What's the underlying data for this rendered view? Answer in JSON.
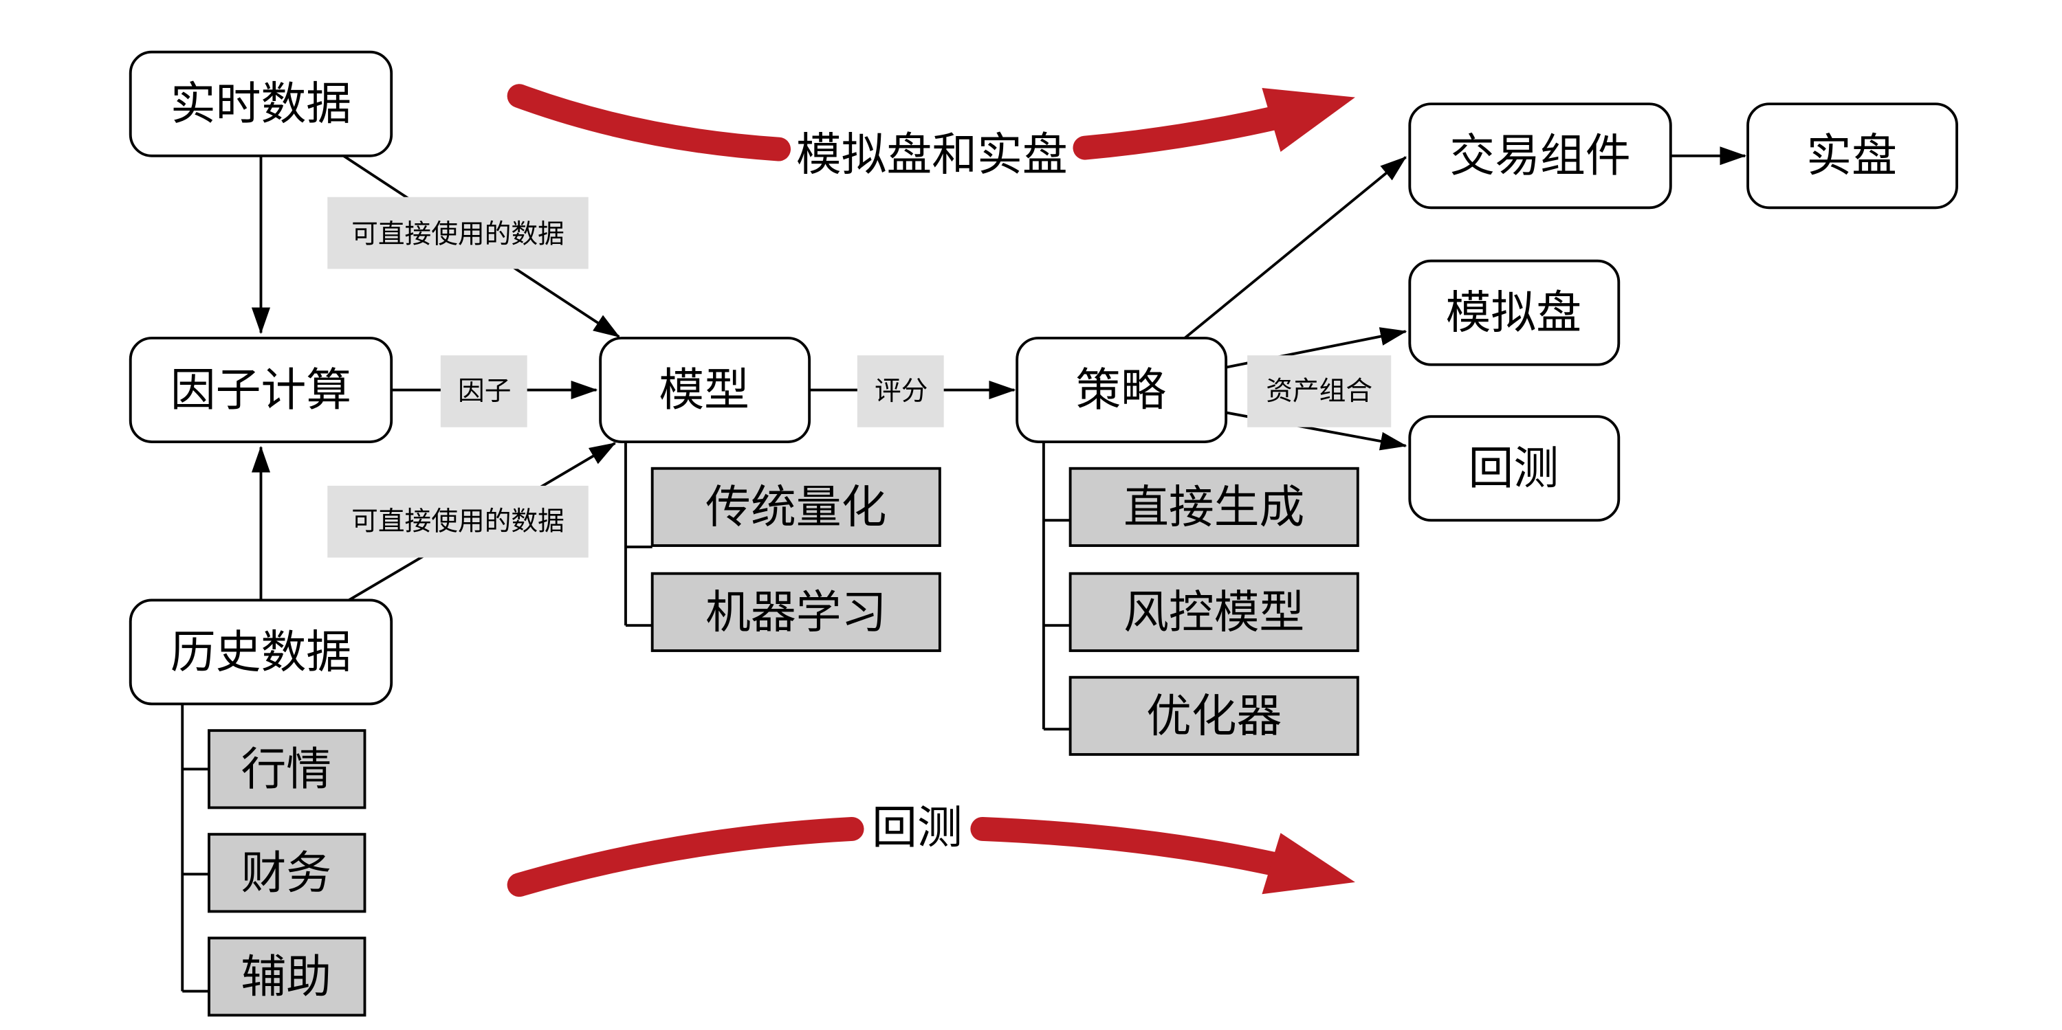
{
  "diagram": {
    "nodes": {
      "realtime_data": "实时数据",
      "factor_calc": "因子计算",
      "history_data": "历史数据",
      "model": "模型",
      "strategy": "策略",
      "trade_component": "交易组件",
      "live_trading": "实盘",
      "paper_trading": "模拟盘",
      "backtest": "回测"
    },
    "sub_items": {
      "history": [
        "行情",
        "财务",
        "辅助"
      ],
      "model": [
        "传统量化",
        "机器学习"
      ],
      "strategy": [
        "直接生成",
        "风控模型",
        "优化器"
      ]
    },
    "edge_labels": {
      "realtime_to_model": "可直接使用的数据",
      "history_to_model": "可直接使用的数据",
      "factor_to_model": "因子",
      "model_to_strategy": "评分",
      "strategy_to_outputs": "资产组合"
    },
    "flows": {
      "top": "模拟盘和实盘",
      "bottom": "回测"
    },
    "colors": {
      "flow_arrow": "#c01e25",
      "sub_item_fill": "#cccccc",
      "edge_label_fill": "#e0e0e0"
    }
  }
}
